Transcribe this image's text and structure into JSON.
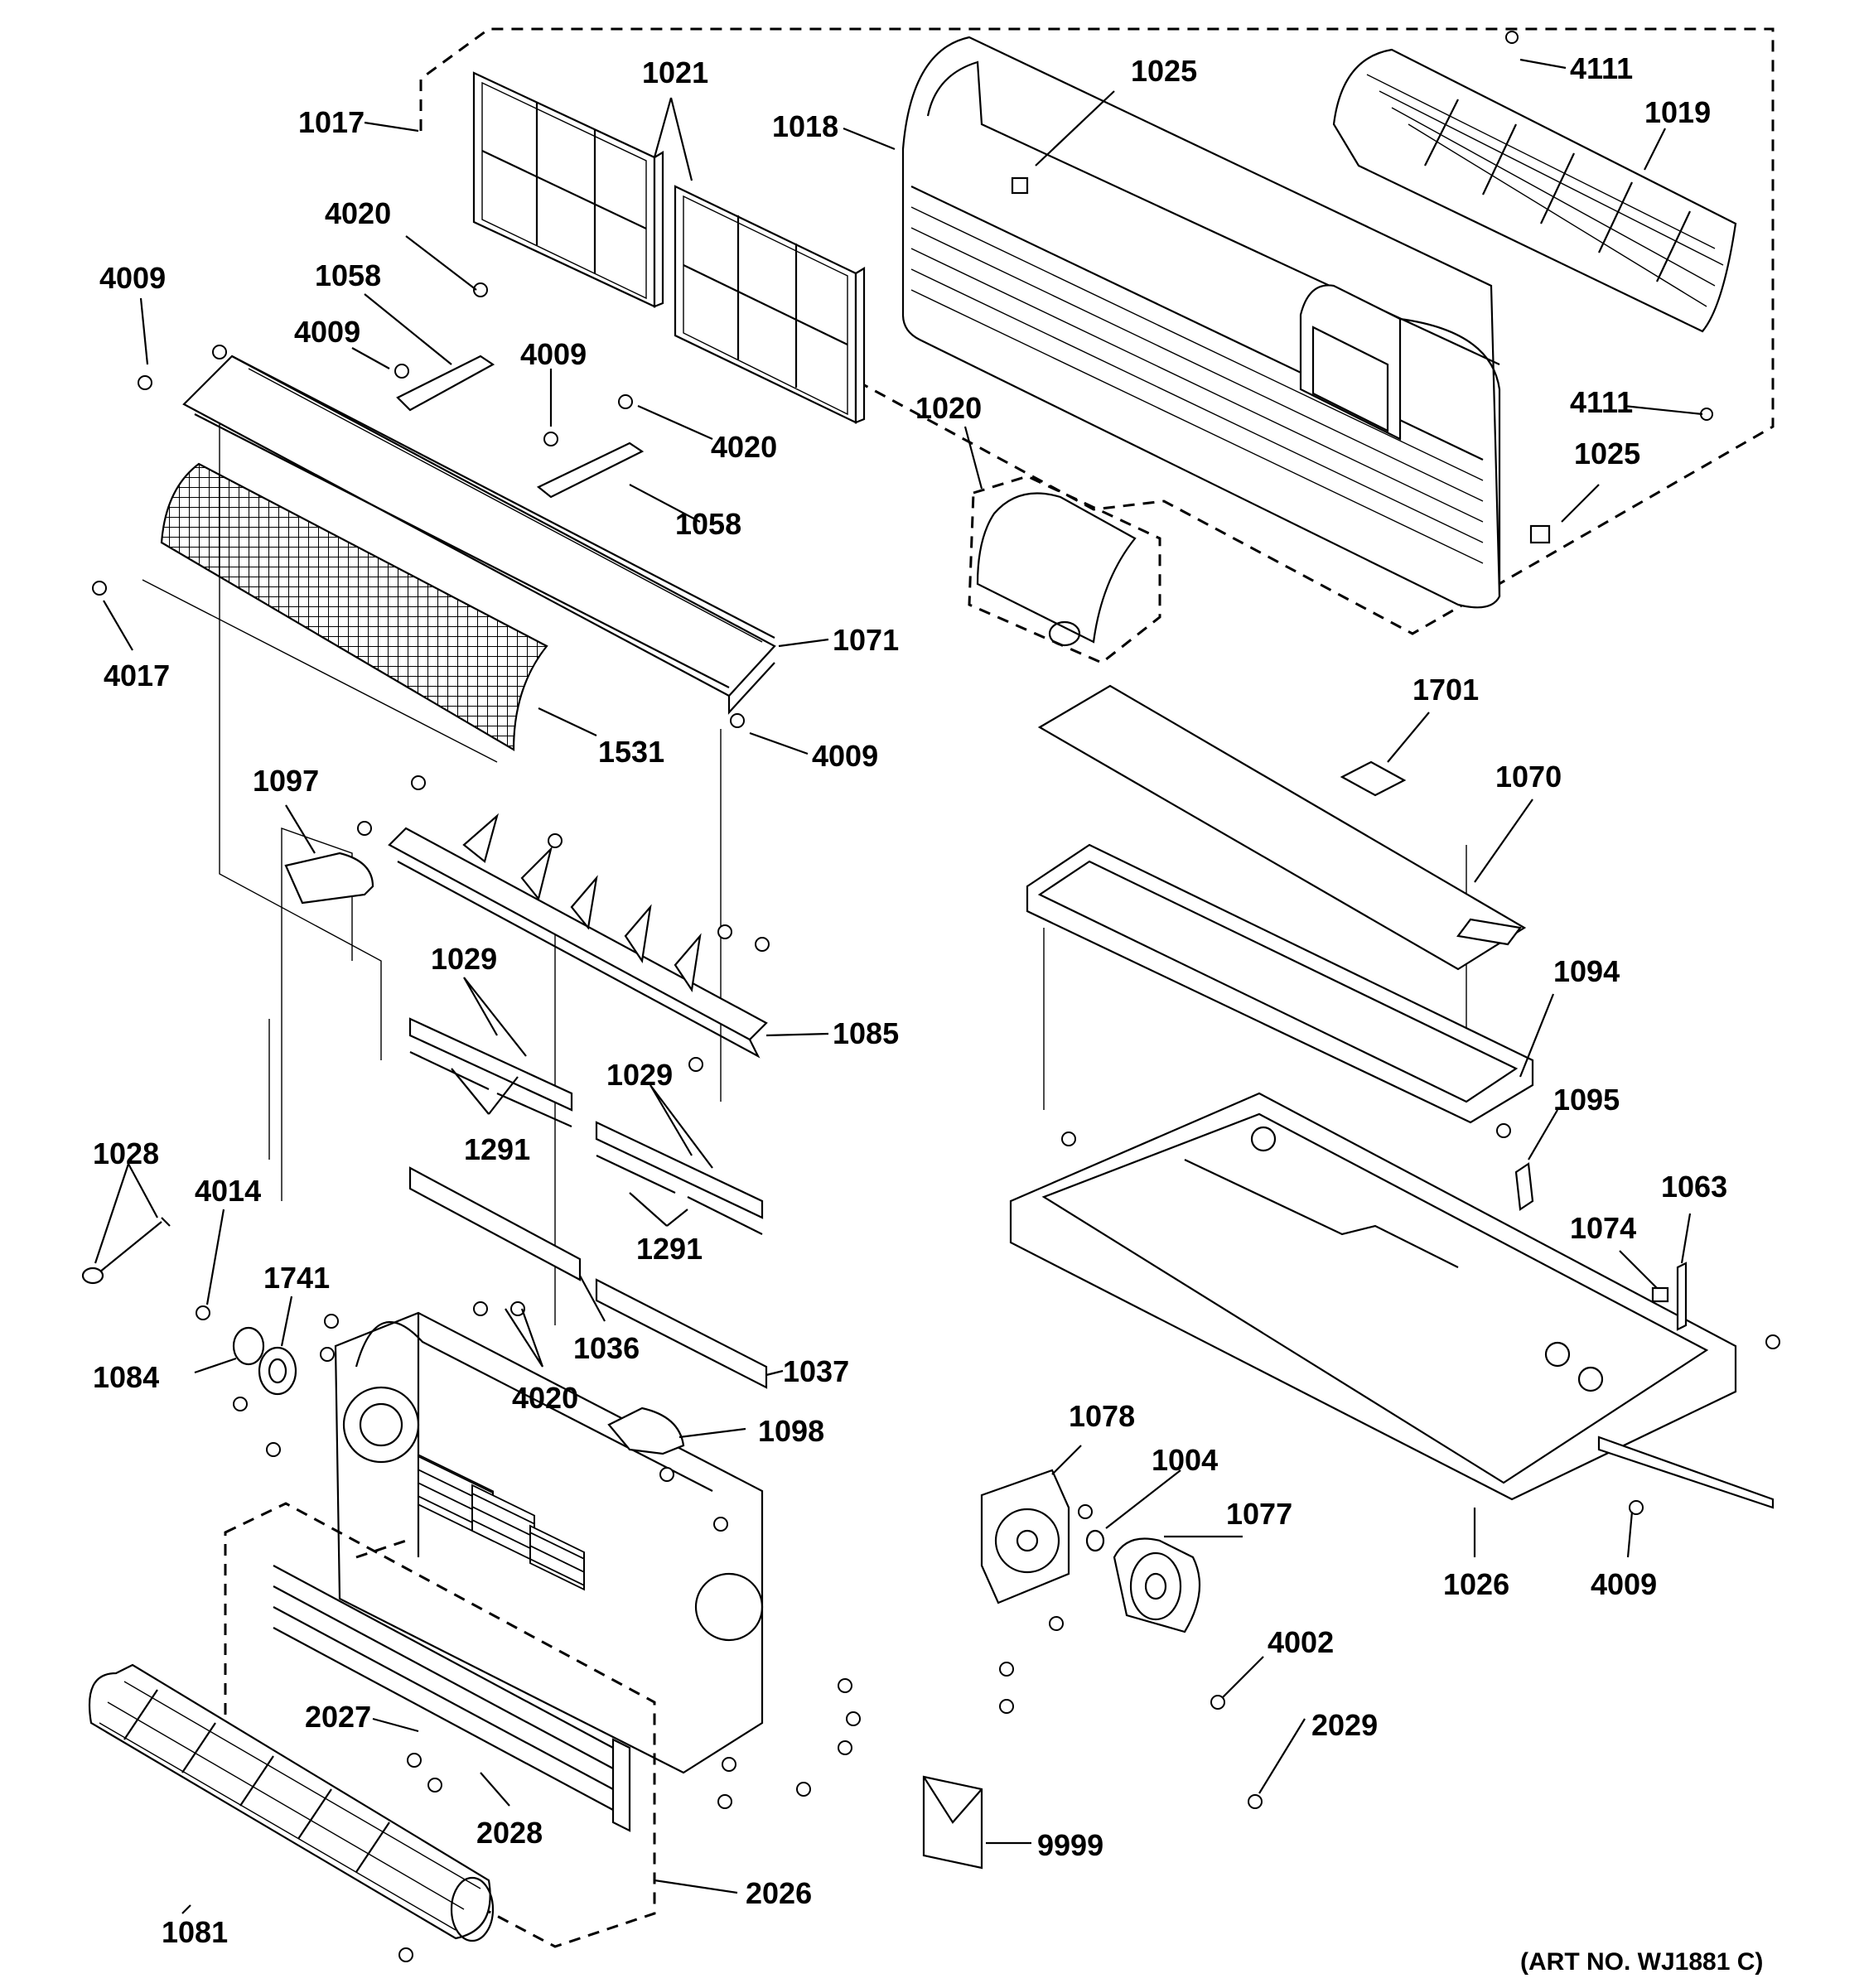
{
  "diagram": {
    "parts": [
      {
        "id": "1017",
        "label": "1017"
      },
      {
        "id": "1021",
        "label": "1021"
      },
      {
        "id": "1018",
        "label": "1018"
      },
      {
        "id": "1025a",
        "label": "1025"
      },
      {
        "id": "4111a",
        "label": "4111"
      },
      {
        "id": "1019",
        "label": "1019"
      },
      {
        "id": "4020a",
        "label": "4020"
      },
      {
        "id": "4009a",
        "label": "4009"
      },
      {
        "id": "1058a",
        "label": "1058"
      },
      {
        "id": "4009b",
        "label": "4009"
      },
      {
        "id": "4009c",
        "label": "4009"
      },
      {
        "id": "4020b",
        "label": "4020"
      },
      {
        "id": "1058b",
        "label": "1058"
      },
      {
        "id": "1020",
        "label": "1020"
      },
      {
        "id": "4111b",
        "label": "4111"
      },
      {
        "id": "1025b",
        "label": "1025"
      },
      {
        "id": "4017",
        "label": "4017"
      },
      {
        "id": "1071",
        "label": "1071"
      },
      {
        "id": "1531",
        "label": "1531"
      },
      {
        "id": "4009d",
        "label": "4009"
      },
      {
        "id": "1701",
        "label": "1701"
      },
      {
        "id": "1070",
        "label": "1070"
      },
      {
        "id": "1097",
        "label": "1097"
      },
      {
        "id": "1029a",
        "label": "1029"
      },
      {
        "id": "1085",
        "label": "1085"
      },
      {
        "id": "1094",
        "label": "1094"
      },
      {
        "id": "1291a",
        "label": "1291"
      },
      {
        "id": "1029b",
        "label": "1029"
      },
      {
        "id": "1095",
        "label": "1095"
      },
      {
        "id": "1028",
        "label": "1028"
      },
      {
        "id": "4014",
        "label": "4014"
      },
      {
        "id": "1291b",
        "label": "1291"
      },
      {
        "id": "1063",
        "label": "1063"
      },
      {
        "id": "1074",
        "label": "1074"
      },
      {
        "id": "1741",
        "label": "1741"
      },
      {
        "id": "1036",
        "label": "1036"
      },
      {
        "id": "1084",
        "label": "1084"
      },
      {
        "id": "1037",
        "label": "1037"
      },
      {
        "id": "4020c",
        "label": "4020"
      },
      {
        "id": "1078",
        "label": "1078"
      },
      {
        "id": "1098",
        "label": "1098"
      },
      {
        "id": "1004",
        "label": "1004"
      },
      {
        "id": "1077",
        "label": "1077"
      },
      {
        "id": "1026",
        "label": "1026"
      },
      {
        "id": "4009e",
        "label": "4009"
      },
      {
        "id": "4002",
        "label": "4002"
      },
      {
        "id": "2027",
        "label": "2027"
      },
      {
        "id": "2029",
        "label": "2029"
      },
      {
        "id": "2028",
        "label": "2028"
      },
      {
        "id": "9999",
        "label": "9999"
      },
      {
        "id": "2026",
        "label": "2026"
      },
      {
        "id": "1081",
        "label": "1081"
      }
    ],
    "art_number": "(ART NO. WJ1881 C)"
  }
}
